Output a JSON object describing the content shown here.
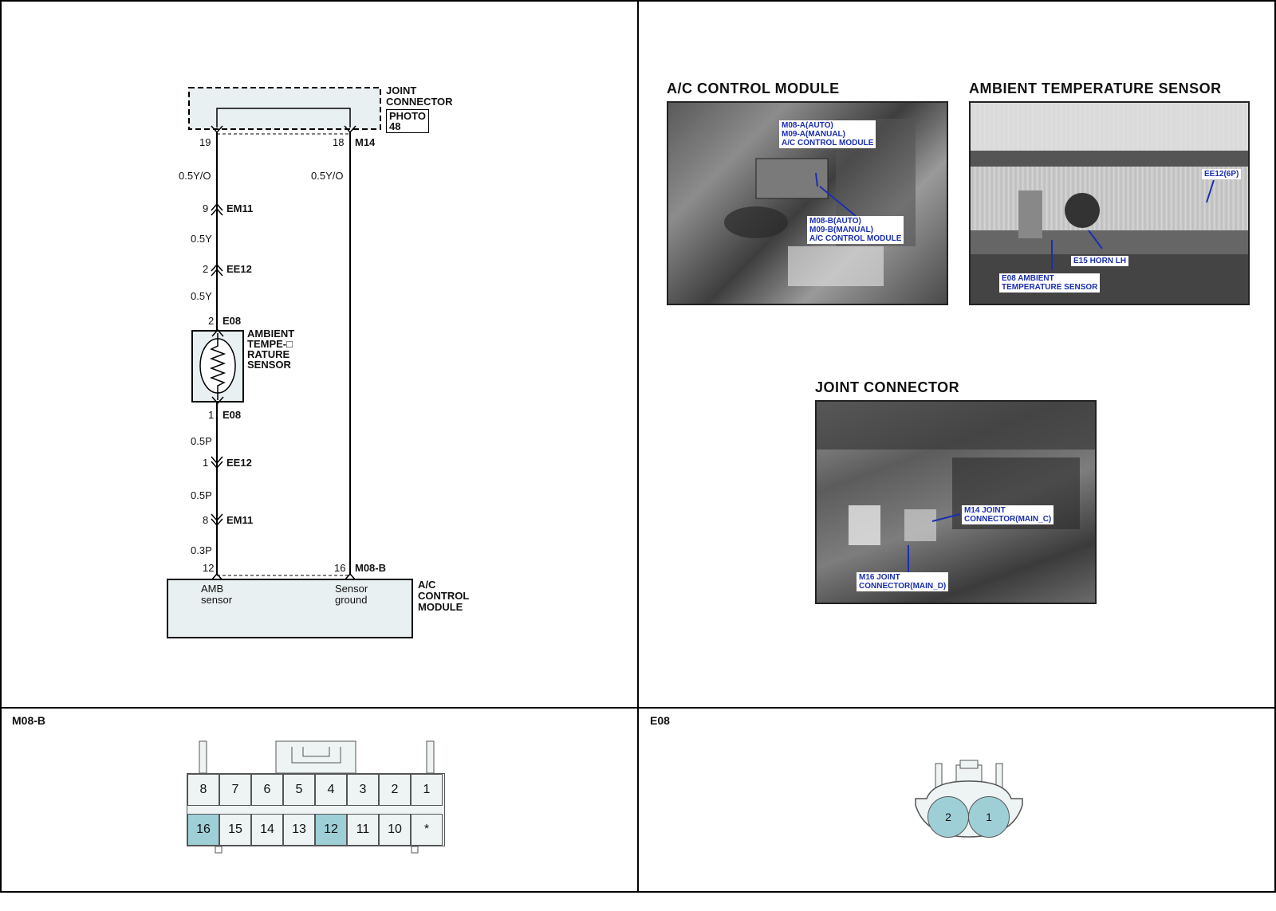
{
  "wiring": {
    "joint_connector_label": [
      "JOINT",
      "CONNECTOR"
    ],
    "photo_label": [
      "PHOTO",
      "48"
    ],
    "top_pins": {
      "left": "19",
      "right": "18",
      "connector": "M14"
    },
    "wires": {
      "w1": "0.5Y/O",
      "w_right": "0.5Y/O",
      "em11_top_pin": "9",
      "em11_top": "EM11",
      "w2": "0.5Y",
      "ee12_top_pin": "2",
      "ee12_top": "EE12",
      "w3": "0.5Y",
      "e08_top_pin": "2",
      "e08_top": "E08",
      "sensor_label": [
        "AMBIENT",
        "TEMPE-□",
        "RATURE",
        "SENSOR"
      ],
      "e08_bot_pin": "1",
      "e08_bot": "E08",
      "w4": "0.5P",
      "ee12_bot_pin": "1",
      "ee12_bot": "EE12",
      "w5": "0.5P",
      "em11_bot_pin": "8",
      "em11_bot": "EM11",
      "w6": "0.3P"
    },
    "module": {
      "pin_left": "12",
      "pin_right": "16",
      "connector": "M08-B",
      "amb_label": [
        "AMB",
        "sensor"
      ],
      "ground_label": [
        "Sensor",
        "ground"
      ],
      "name": [
        "A/C",
        "CONTROL",
        "MODULE"
      ]
    }
  },
  "photos": {
    "ac_module": {
      "title": "A/C CONTROL MODULE",
      "callout1": [
        "M08-A(AUTO)",
        "M09-A(MANUAL)",
        "A/C CONTROL MODULE"
      ],
      "callout2": [
        "M08-B(AUTO)",
        "M09-B(MANUAL)",
        "A/C CONTROL MODULE"
      ]
    },
    "ambient": {
      "title": "AMBIENT TEMPERATURE SENSOR",
      "callout_ee12": "EE12(6P)",
      "callout_horn": "E15 HORN LH",
      "callout_sensor": [
        "E08 AMBIENT",
        "TEMPERATURE SENSOR"
      ]
    },
    "joint": {
      "title": "JOINT CONNECTOR",
      "callout_m14": [
        "M14 JOINT",
        "CONNECTOR(MAIN_C)"
      ],
      "callout_m16": [
        "M16 JOINT",
        "CONNECTOR(MAIN_D)"
      ]
    }
  },
  "m08b": {
    "title": "M08-B",
    "top_row": [
      "8",
      "7",
      "6",
      "5",
      "4",
      "3",
      "2",
      "1"
    ],
    "bottom_row": [
      "16",
      "15",
      "14",
      "13",
      "12",
      "11",
      "10",
      "*"
    ],
    "highlighted": [
      "16",
      "12"
    ],
    "highlight_color": "#9fcfd6"
  },
  "e08": {
    "title": "E08",
    "pins": [
      "2",
      "1"
    ],
    "pin_color": "#9fcfd6"
  }
}
